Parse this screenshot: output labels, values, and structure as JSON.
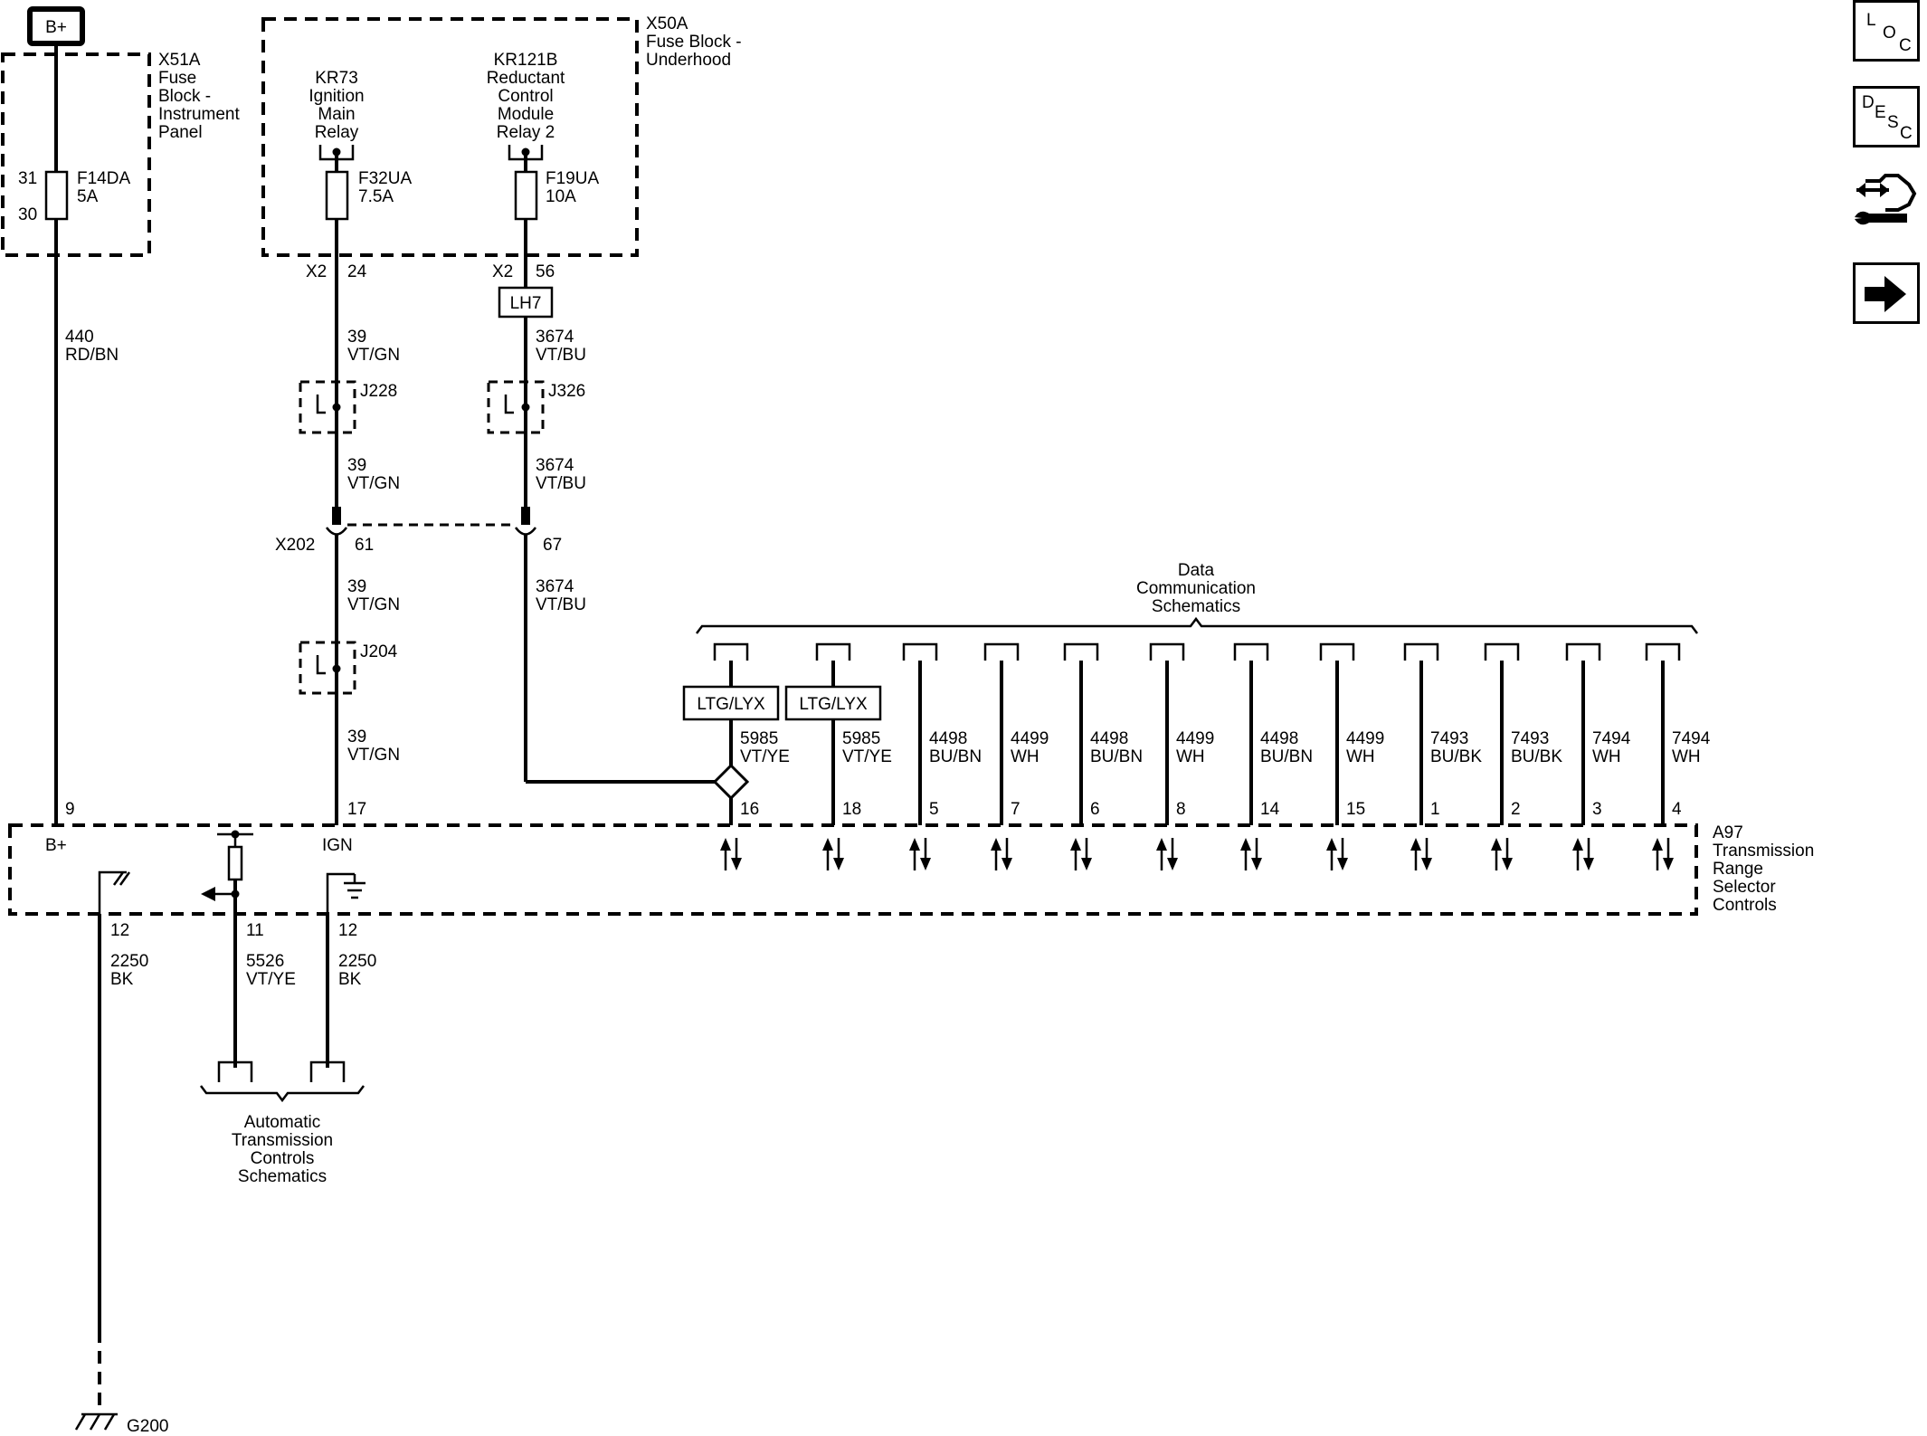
{
  "power": {
    "source": "B+"
  },
  "fuse_blocks": {
    "x51a": {
      "id": "X51A",
      "lines": [
        "Fuse",
        "Block -",
        "Instrument",
        "Panel"
      ]
    },
    "x50a": {
      "id": "X50A",
      "lines": [
        "Fuse Block -",
        "Underhood"
      ]
    }
  },
  "fuses": {
    "f14da": {
      "name": "F14DA",
      "rating": "5A",
      "pin_top": "31",
      "pin_bottom": "30"
    },
    "f32ua": {
      "name": "F32UA",
      "rating": "7.5A"
    },
    "f19ua": {
      "name": "F19UA",
      "rating": "10A"
    }
  },
  "relays": {
    "kr73": {
      "lines": [
        "KR73",
        "Ignition",
        "Main",
        "Relay"
      ]
    },
    "kr121b": {
      "lines": [
        "KR121B",
        "Reductant",
        "Control",
        "Module",
        "Relay 2"
      ]
    }
  },
  "connectors": {
    "x2_a": {
      "name": "X2",
      "pin": "24"
    },
    "x2_b": {
      "name": "X2",
      "pin": "56"
    },
    "x202": {
      "name": "X202",
      "pin_a": "61",
      "pin_b": "67"
    }
  },
  "option_codes": {
    "lh7": "LH7",
    "ltg_lyx_a": "LTG/LYX",
    "ltg_lyx_b": "LTG/LYX"
  },
  "splices": {
    "j228": "J228",
    "j326": "J326",
    "j204": "J204"
  },
  "wires": {
    "w440": {
      "circuit": "440",
      "color": "RD/BN"
    },
    "w39_1": {
      "circuit": "39",
      "color": "VT/GN"
    },
    "w39_2": {
      "circuit": "39",
      "color": "VT/GN"
    },
    "w39_3": {
      "circuit": "39",
      "color": "VT/GN"
    },
    "w39_4": {
      "circuit": "39",
      "color": "VT/GN"
    },
    "w3674_1": {
      "circuit": "3674",
      "color": "VT/BU"
    },
    "w3674_2": {
      "circuit": "3674",
      "color": "VT/BU"
    },
    "w3674_3": {
      "circuit": "3674",
      "color": "VT/BU"
    },
    "w5526": {
      "circuit": "5526",
      "color": "VT/YE"
    },
    "w2250_a": {
      "circuit": "2250",
      "color": "BK"
    },
    "w2250_b": {
      "circuit": "2250",
      "color": "BK"
    }
  },
  "module": {
    "id": "A97",
    "lines": [
      "Transmission",
      "Range",
      "Selector",
      "Controls"
    ],
    "pin_bplus": "9",
    "pin_ign": "17",
    "label_bplus": "B+",
    "label_ign": "IGN",
    "pin_gnd_a": "12",
    "pin_signal": "11",
    "pin_gnd_b": "12"
  },
  "data_comm": {
    "lines": [
      "Data",
      "Communication",
      "Schematics"
    ],
    "circuits": [
      {
        "circuit": "5985",
        "color": "VT/YE",
        "pin": "16"
      },
      {
        "circuit": "5985",
        "color": "VT/YE",
        "pin": "18"
      },
      {
        "circuit": "4498",
        "color": "BU/BN",
        "pin": "5"
      },
      {
        "circuit": "4499",
        "color": "WH",
        "pin": "7"
      },
      {
        "circuit": "4498",
        "color": "BU/BN",
        "pin": "6"
      },
      {
        "circuit": "4499",
        "color": "WH",
        "pin": "8"
      },
      {
        "circuit": "4498",
        "color": "BU/BN",
        "pin": "14"
      },
      {
        "circuit": "4499",
        "color": "WH",
        "pin": "15"
      },
      {
        "circuit": "7493",
        "color": "BU/BK",
        "pin": "1"
      },
      {
        "circuit": "7493",
        "color": "BU/BK",
        "pin": "2"
      },
      {
        "circuit": "7494",
        "color": "WH",
        "pin": "3"
      },
      {
        "circuit": "7494",
        "color": "WH",
        "pin": "4"
      }
    ]
  },
  "auto_trans": {
    "lines": [
      "Automatic",
      "Transmission",
      "Controls",
      "Schematics"
    ]
  },
  "ground": {
    "name": "G200"
  },
  "nav": {
    "loc": {
      "l1": "L",
      "l2": "O",
      "l3": "C"
    },
    "desc": {
      "l1": "D",
      "l2": "E",
      "l3": "S",
      "l4": "C"
    },
    "connector_icon": "connector-wrench-icon",
    "next_icon": "arrow-right-icon"
  }
}
